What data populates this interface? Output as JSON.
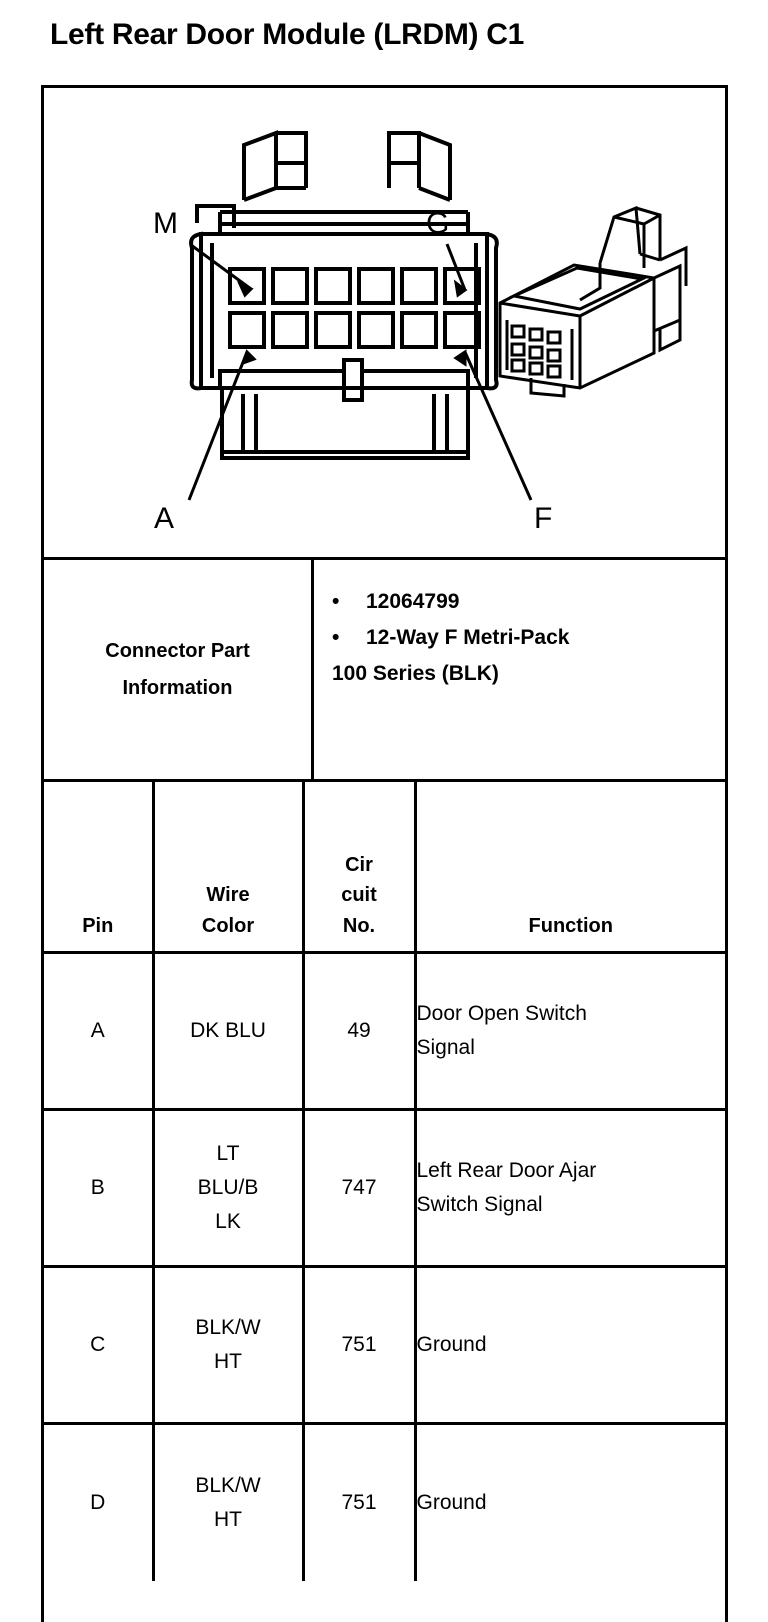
{
  "page": {
    "title": "Left Rear Door Module (LRDM) C1"
  },
  "diagram": {
    "name": "connector-face-view",
    "cavity_rows": 2,
    "cavity_columns": 6,
    "cavity_count": 12,
    "callouts": [
      {
        "label": "M",
        "position": "top-left"
      },
      {
        "label": "G",
        "position": "top-right"
      },
      {
        "label": "A",
        "position": "bottom-left"
      },
      {
        "label": "F",
        "position": "bottom-right"
      }
    ],
    "inset": {
      "name": "connector-isometric-view"
    }
  },
  "part_info": {
    "label_line_1": "Connector Part",
    "label_line_2": "Information",
    "bullets": [
      "12064799",
      "12-Way F Metri-Pack"
    ],
    "series_line": "100 Series (BLK)",
    "bullet_glyph": "•"
  },
  "pin_table": {
    "headers": {
      "pin": "Pin",
      "wire_color_line_1": "Wire",
      "wire_color_line_2": "Color",
      "circuit_line_1": "Cir",
      "circuit_line_2": "cuit",
      "circuit_line_3": "No.",
      "function": "Function"
    },
    "rows": [
      {
        "pin": "A",
        "wire_color_lines": [
          "DK BLU"
        ],
        "circuit_no": "49",
        "function_lines": [
          "Door Open Switch",
          "Signal"
        ]
      },
      {
        "pin": "B",
        "wire_color_lines": [
          "LT",
          "BLU/B",
          "LK"
        ],
        "circuit_no": "747",
        "function_lines": [
          "Left Rear Door Ajar",
          "Switch Signal"
        ]
      },
      {
        "pin": "C",
        "wire_color_lines": [
          "BLK/W",
          "HT"
        ],
        "circuit_no": "751",
        "function_lines": [
          "Ground"
        ]
      },
      {
        "pin": "D",
        "wire_color_lines": [
          "BLK/W",
          "HT"
        ],
        "circuit_no": "751",
        "function_lines": [
          "Ground"
        ]
      }
    ]
  }
}
